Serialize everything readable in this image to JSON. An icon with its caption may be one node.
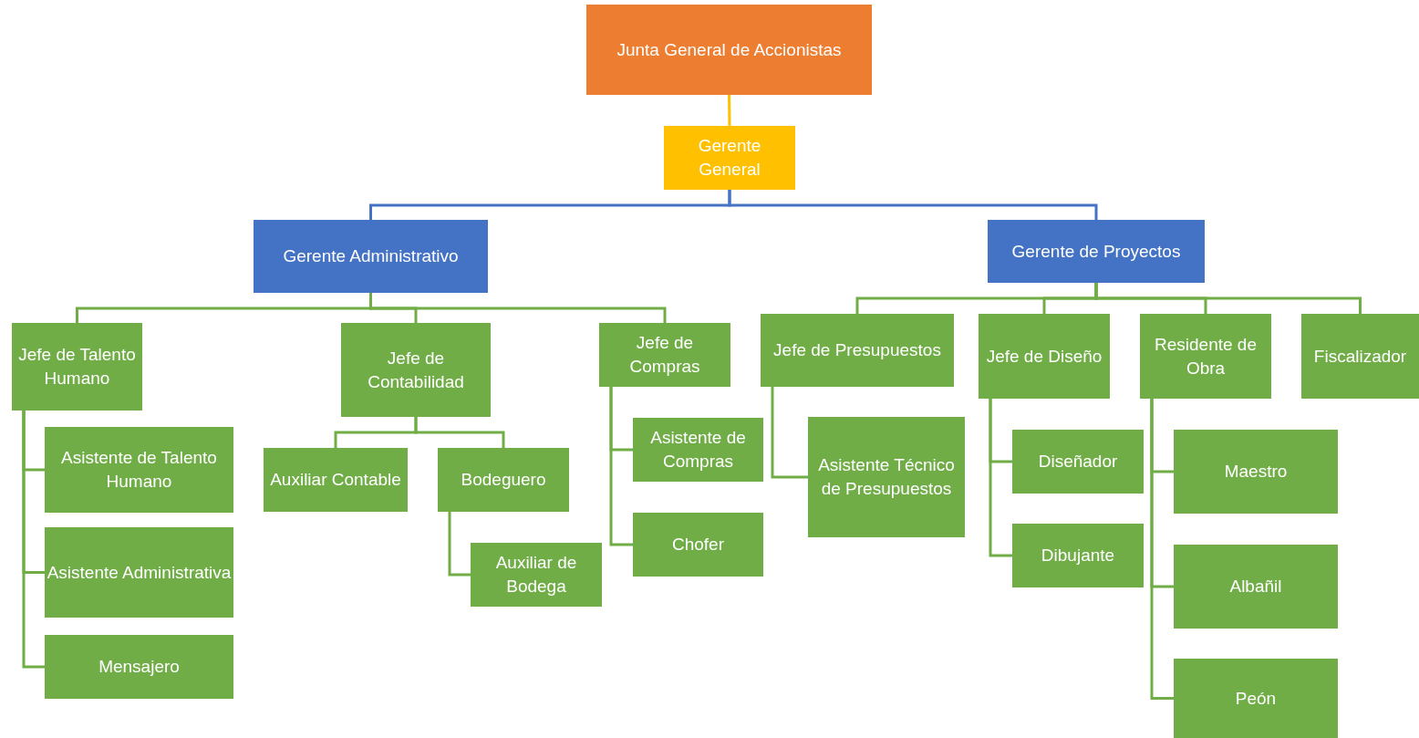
{
  "diagram": {
    "nodes": [
      {
        "text": [
          "Junta General de Accionistas"
        ]
      },
      {
        "text": [
          "Gerente General"
        ]
      },
      {
        "text": [
          "Gerente Administrativo"
        ]
      },
      {
        "text": [
          "Gerente de Proyectos"
        ]
      },
      {
        "text": [
          "Jefe de Talento Humano"
        ]
      },
      {
        "text": [
          "Asistente de Talento Humano"
        ]
      },
      {
        "text": [
          "Asistente Administrativa"
        ]
      },
      {
        "text": [
          "Mensajero"
        ]
      },
      {
        "text": [
          "Jefe de Contabilidad"
        ]
      },
      {
        "text": [
          "Auxiliar Contable"
        ]
      },
      {
        "text": [
          "Bodeguero"
        ]
      },
      {
        "text": [
          "Auxiliar de Bodega"
        ]
      },
      {
        "text": [
          "Jefe de Compras"
        ]
      },
      {
        "text": [
          "Asistente de Compras"
        ]
      },
      {
        "text": [
          "Chofer"
        ]
      },
      {
        "text": [
          "Jefe de Presupuestos"
        ]
      },
      {
        "text": [
          "Asistente Técnico de Presupuestos"
        ]
      },
      {
        "text": [
          "Jefe de Diseño"
        ]
      },
      {
        "text": [
          "Diseñador"
        ]
      },
      {
        "text": [
          "Dibujante"
        ]
      },
      {
        "text": [
          "Residente de Obra"
        ]
      },
      {
        "text": [
          "Fiscalizador"
        ]
      },
      {
        "text": [
          "Maestro"
        ]
      },
      {
        "text": [
          "Albañil"
        ]
      },
      {
        "text": [
          "Peón"
        ]
      }
    ],
    "edges": [
      {
        "from": 0,
        "to": 1,
        "arrow": "none",
        "color": "#ffc000"
      },
      {
        "from": 1,
        "to": 2,
        "arrow": "none",
        "color": "#4472c4"
      },
      {
        "from": 1,
        "to": 3,
        "arrow": "none",
        "color": "#4472c4"
      },
      {
        "from": 2,
        "to": 4,
        "arrow": "none"
      },
      {
        "from": 2,
        "to": 8,
        "arrow": "none"
      },
      {
        "from": 2,
        "to": 12,
        "arrow": "none"
      },
      {
        "from": 4,
        "to": 5,
        "arrow": "none"
      },
      {
        "from": 4,
        "to": 6,
        "arrow": "none"
      },
      {
        "from": 4,
        "to": 7,
        "arrow": "none"
      },
      {
        "from": 8,
        "to": 9,
        "arrow": "none"
      },
      {
        "from": 8,
        "to": 10,
        "arrow": "none"
      },
      {
        "from": 10,
        "to": 11,
        "arrow": "none"
      },
      {
        "from": 12,
        "to": 13,
        "arrow": "none"
      },
      {
        "from": 12,
        "to": 14,
        "arrow": "none"
      },
      {
        "from": 3,
        "to": 15,
        "arrow": "none"
      },
      {
        "from": 3,
        "to": 17,
        "arrow": "none"
      },
      {
        "from": 3,
        "to": 20,
        "arrow": "none"
      },
      {
        "from": 3,
        "to": 21,
        "arrow": "none"
      },
      {
        "from": 15,
        "to": 16,
        "arrow": "none"
      },
      {
        "from": 17,
        "to": 18,
        "arrow": "none"
      },
      {
        "from": 17,
        "to": 19,
        "arrow": "none"
      },
      {
        "from": 20,
        "to": 22,
        "arrow": "none"
      },
      {
        "from": 20,
        "to": 23,
        "arrow": "none"
      },
      {
        "from": 20,
        "to": 24,
        "arrow": "none"
      }
    ]
  }
}
